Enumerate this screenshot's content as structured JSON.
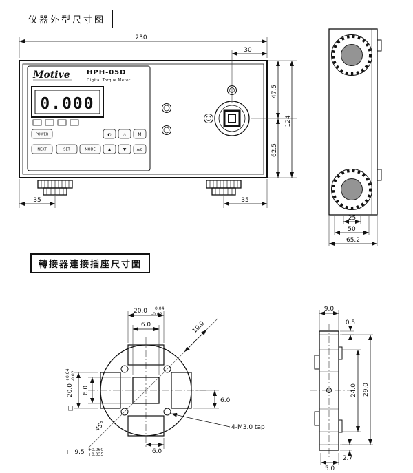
{
  "section1_title": "仪器外型尺寸图",
  "section2_title": "轉接器連接插座尺寸圖",
  "device": {
    "brand": "Motive",
    "model": "HPH-05D",
    "model_subtitle": "Digital Torque Meter",
    "display_value": "0.000",
    "buttons": {
      "power": "POWER",
      "next": "NEXT",
      "set": "SET",
      "mode": "MODE",
      "row1": [
        "◐",
        "△",
        "M"
      ],
      "row2": [
        "▲",
        "▼",
        "A/C"
      ]
    }
  },
  "front_dims": {
    "overall_width": "230",
    "socket_offset": "30",
    "top_to_socket": "47.5",
    "overall_height": "124",
    "socket_to_bottom": "62.5",
    "foot_left": "35",
    "foot_right": "35"
  },
  "side_dims": {
    "inner_width": "25",
    "mid_width": "50",
    "overall_depth": "65.2"
  },
  "socket_dims": {
    "slot_length": "20.0",
    "slot_length_tol_plus": "+0.04",
    "slot_length_tol_minus": "-0.02",
    "slot_width_top": "6.0",
    "diagonal_offset": "10.0",
    "slot_length_v": "20.0",
    "slot_length_v_tol_plus": "+0.04",
    "slot_length_v_tol_minus": "-0.02",
    "square_symbol": "□",
    "slot_width_left": "6.0",
    "angle": "45°",
    "slot_width_right": "6.0",
    "slot_width_bottom": "6.0",
    "square_hole": "□ 9.5",
    "square_hole_tol_plus": "+0.060",
    "square_hole_tol_minus": "+0.035",
    "tap_note": "4-M3.0 tap"
  },
  "profile_dims": {
    "width": "9.0",
    "lip": "0.5",
    "outer_height": "29.0",
    "inner_height": "24.0",
    "step": "2.7",
    "base_width": "5.0"
  }
}
